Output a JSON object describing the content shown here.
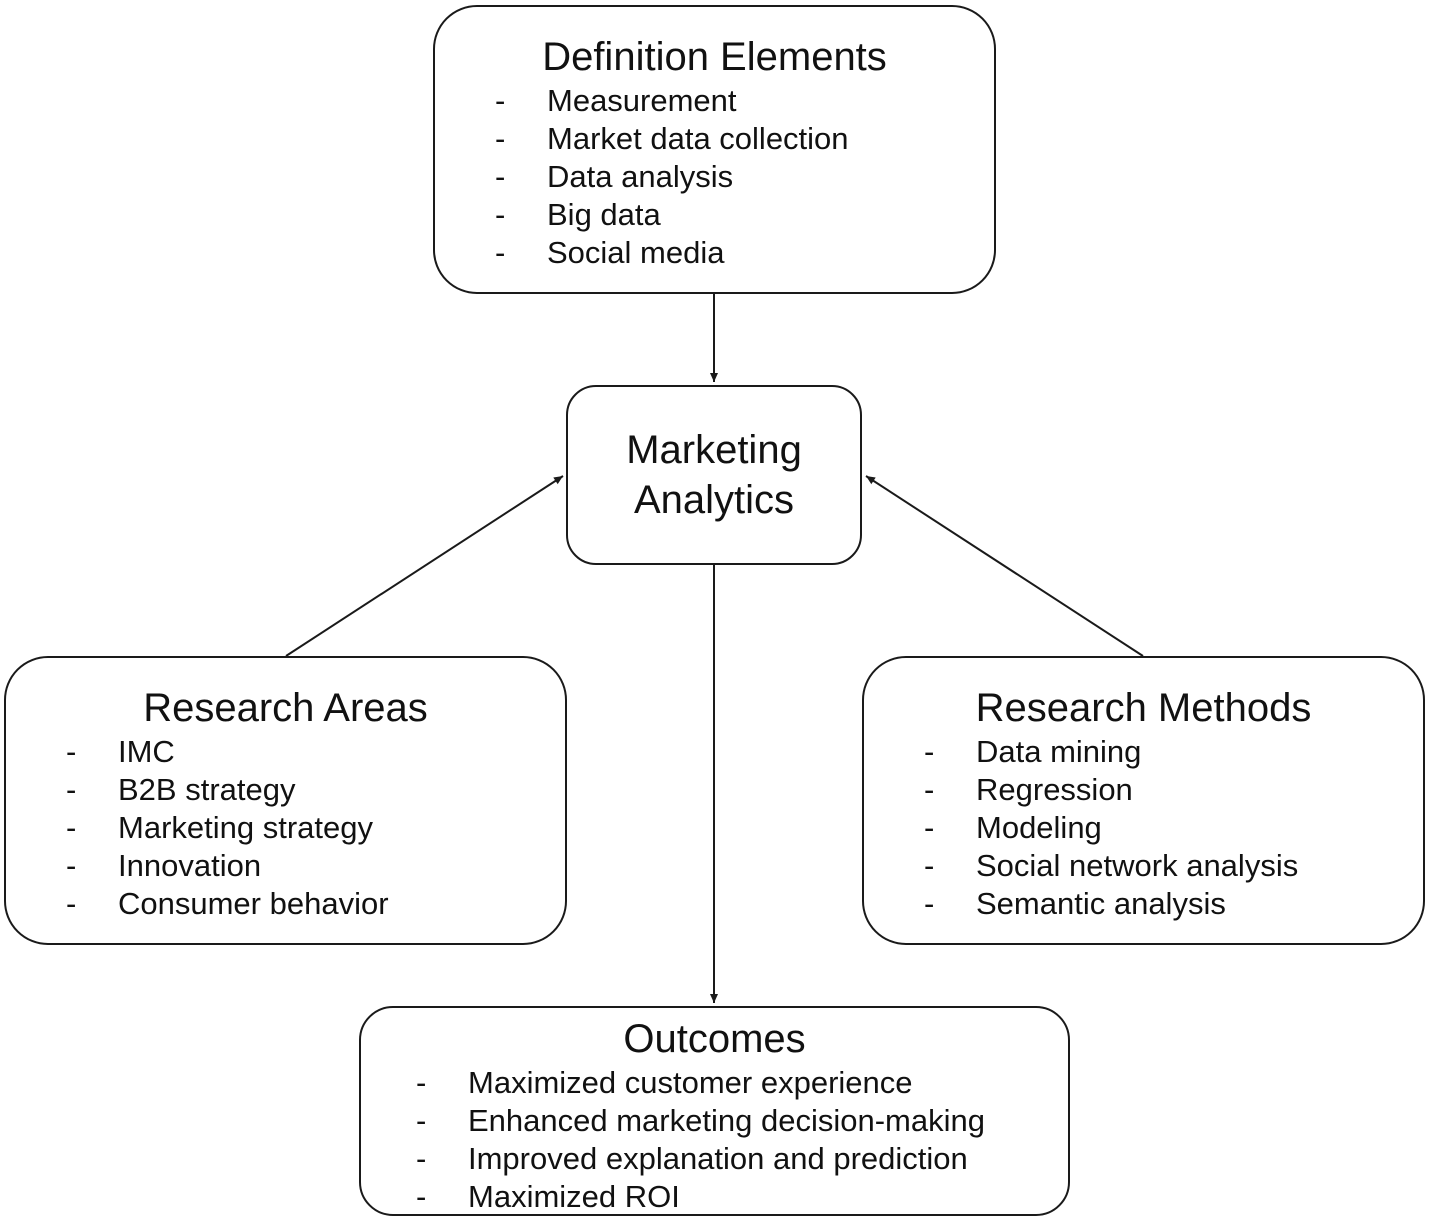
{
  "nodes": {
    "definition": {
      "title": "Definition Elements",
      "items": [
        "Measurement",
        "Market data collection",
        "Data analysis",
        "Big data",
        "Social media"
      ]
    },
    "analytics": {
      "title_line1": "Marketing",
      "title_line2": "Analytics"
    },
    "areas": {
      "title": "Research Areas",
      "items": [
        "IMC",
        "B2B strategy",
        "Marketing strategy",
        "Innovation",
        "Consumer behavior"
      ]
    },
    "methods": {
      "title": "Research Methods",
      "items": [
        "Data mining",
        "Regression",
        "Modeling",
        "Social network analysis",
        "Semantic analysis"
      ]
    },
    "outcomes": {
      "title": "Outcomes",
      "items": [
        "Maximized customer experience",
        "Enhanced marketing decision-making",
        "Improved explanation and prediction",
        "Maximized ROI"
      ]
    }
  },
  "bullet_marker": "-",
  "colors": {
    "border": "#1a1a1a",
    "text": "#111111",
    "background": "#ffffff"
  }
}
